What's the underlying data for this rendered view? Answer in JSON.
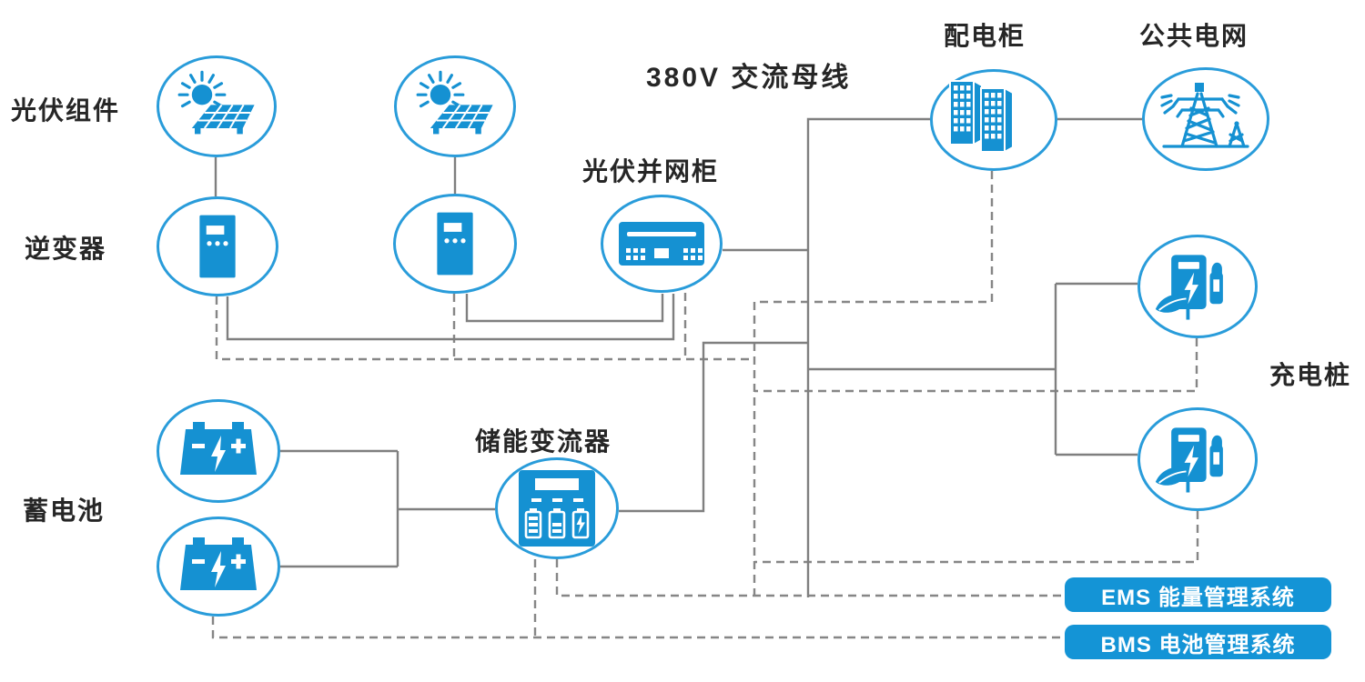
{
  "diagram": {
    "bus_title": "380V 交流母线",
    "labels": {
      "pv_module": "光伏组件",
      "inverter": "逆变器",
      "pv_grid_cabinet": "光伏并网柜",
      "distribution_cabinet": "配电柜",
      "public_grid": "公共电网",
      "charging_pile": "充电桩",
      "battery": "蓄电池",
      "storage_converter": "储能变流器"
    },
    "systems": {
      "ems": "EMS 能量管理系统",
      "bms": "BMS 电池管理系统"
    },
    "icons": {
      "pv_module": "sun-solar-panel-icon",
      "inverter": "inverter-cabinet-icon",
      "pv_grid_cabinet": "grid-tie-cabinet-icon",
      "distribution_cabinet": "distribution-cabinets-icon",
      "public_grid": "transmission-tower-icon",
      "charging_pile": "ev-charger-icon",
      "battery": "battery-icon",
      "storage_converter": "storage-converter-icon"
    },
    "colors": {
      "icon_blue": "#1591D2",
      "circle_stroke": "#299CDA",
      "system_box_blue": "#1494D6",
      "solid_line": "#7F7F7F",
      "dashed_line": "#868686",
      "label_text": "#262626"
    }
  }
}
